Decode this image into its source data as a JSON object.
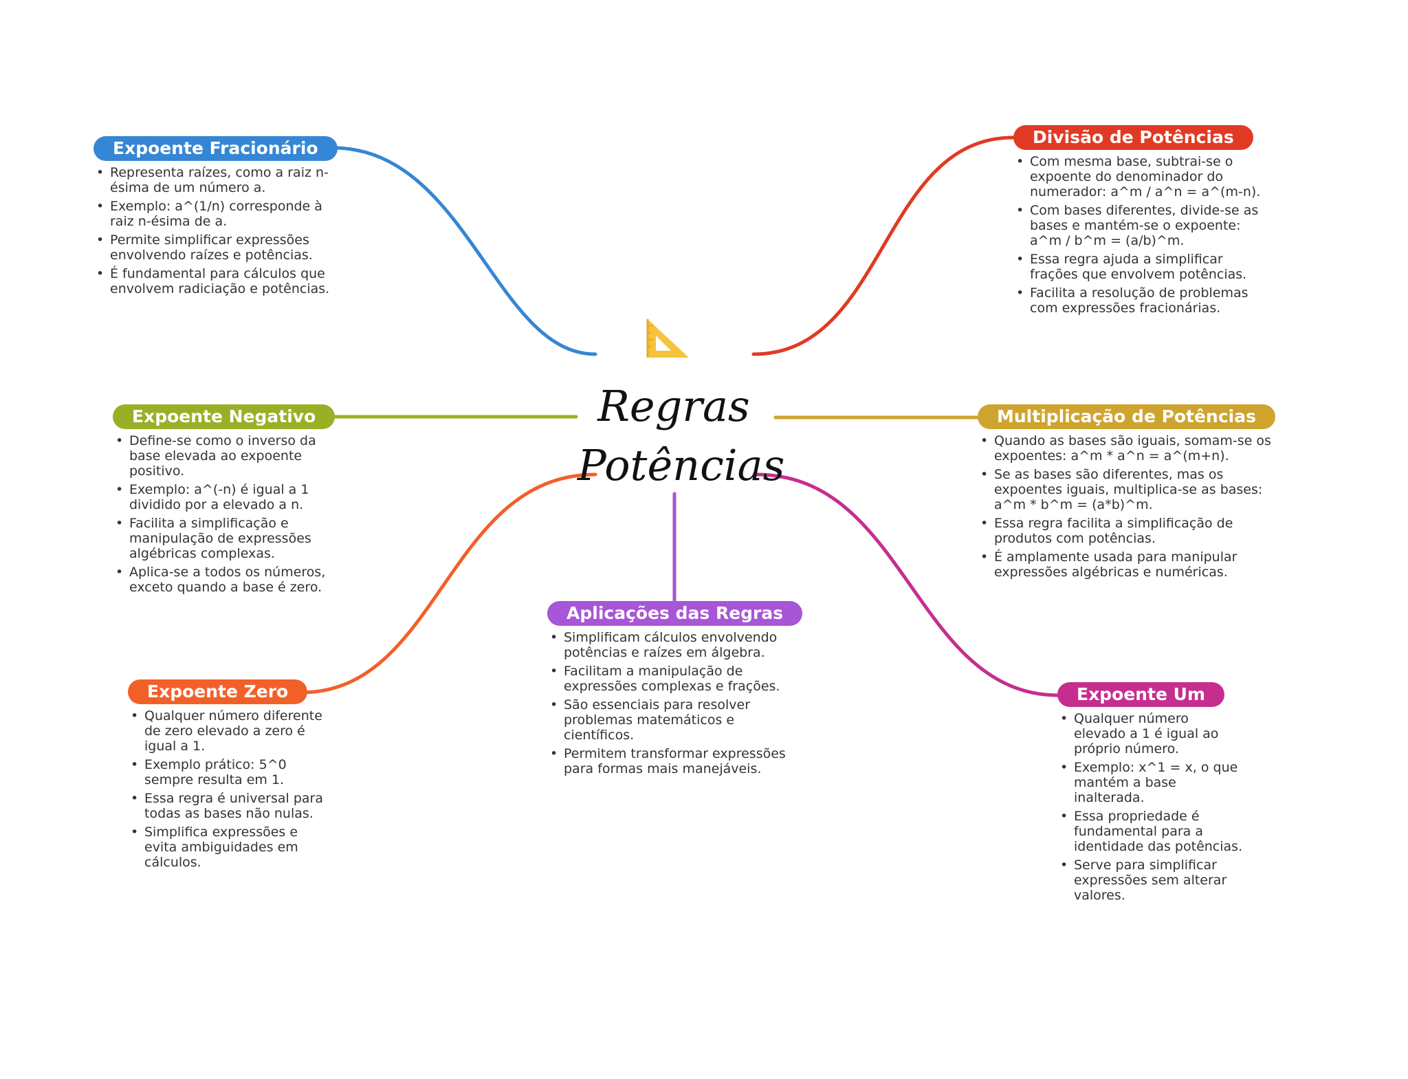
{
  "central": {
    "title_line1": "Regras",
    "title_line2": "Potências",
    "icon": "triangle-ruler-icon"
  },
  "branches": {
    "fracionario": {
      "label": "Expoente Fracionário",
      "color": "#3586D4",
      "items": [
        "Representa raízes, como a raiz n-ésima de um número a.",
        "Exemplo: a^(1/n) corresponde à raiz n-ésima de a.",
        "Permite simplificar expressões envolvendo raízes e potências.",
        "É fundamental para cálculos que envolvem radiciação e potências."
      ]
    },
    "divisao": {
      "label": "Divisão de Potências",
      "color": "#E13A24",
      "items": [
        "Com mesma base, subtrai-se o expoente do denominador do numerador: a^m / a^n = a^(m-n).",
        "Com bases diferentes, divide-se as bases e mantém-se o expoente: a^m / b^m = (a/b)^m.",
        "Essa regra ajuda a simplificar frações que envolvem potências.",
        "Facilita a resolução de problemas com expressões fracionárias."
      ]
    },
    "negativo": {
      "label": "Expoente Negativo",
      "color": "#9BAF26",
      "items": [
        "Define-se como o inverso da base elevada ao expoente positivo.",
        "Exemplo: a^(-n) é igual a 1 dividido por a elevado a n.",
        "Facilita a simplificação e manipulação de expressões algébricas complexas.",
        "Aplica-se a todos os números, exceto quando a base é zero."
      ]
    },
    "multiplicacao": {
      "label": "Multiplicação de Potências",
      "color": "#CFA42E",
      "items": [
        "Quando as bases são iguais, somam-se os expoentes: a^m * a^n = a^(m+n).",
        "Se as bases são diferentes, mas os expoentes iguais, multiplica-se as bases: a^m * b^m = (a*b)^m.",
        "Essa regra facilita a simplificação de produtos com potências.",
        "É amplamente usada para manipular expressões algébricas e numéricas."
      ]
    },
    "aplicacoes": {
      "label": "Aplicações das Regras",
      "color": "#A656D6",
      "items": [
        "Simplificam cálculos envolvendo potências e raízes em álgebra.",
        "Facilitam a manipulação de expressões complexas e frações.",
        "São essenciais para resolver problemas matemáticos e científicos.",
        "Permitem transformar expressões para formas mais manejáveis."
      ]
    },
    "zero": {
      "label": "Expoente Zero",
      "color": "#F2602A",
      "items": [
        "Qualquer número diferente de zero elevado a zero é igual a 1.",
        "Exemplo prático: 5^0 sempre resulta em 1.",
        "Essa regra é universal para todas as bases não nulas.",
        "Simplifica expressões e evita ambiguidades em cálculos."
      ]
    },
    "um": {
      "label": "Expoente Um",
      "color": "#C52E8E",
      "items": [
        "Qualquer número elevado a 1 é igual ao próprio número.",
        "Exemplo: x^1 = x, o que mantém a base inalterada.",
        "Essa propriedade é fundamental para a identidade das potências.",
        "Serve para simplificar expressões sem alterar valores."
      ]
    }
  }
}
